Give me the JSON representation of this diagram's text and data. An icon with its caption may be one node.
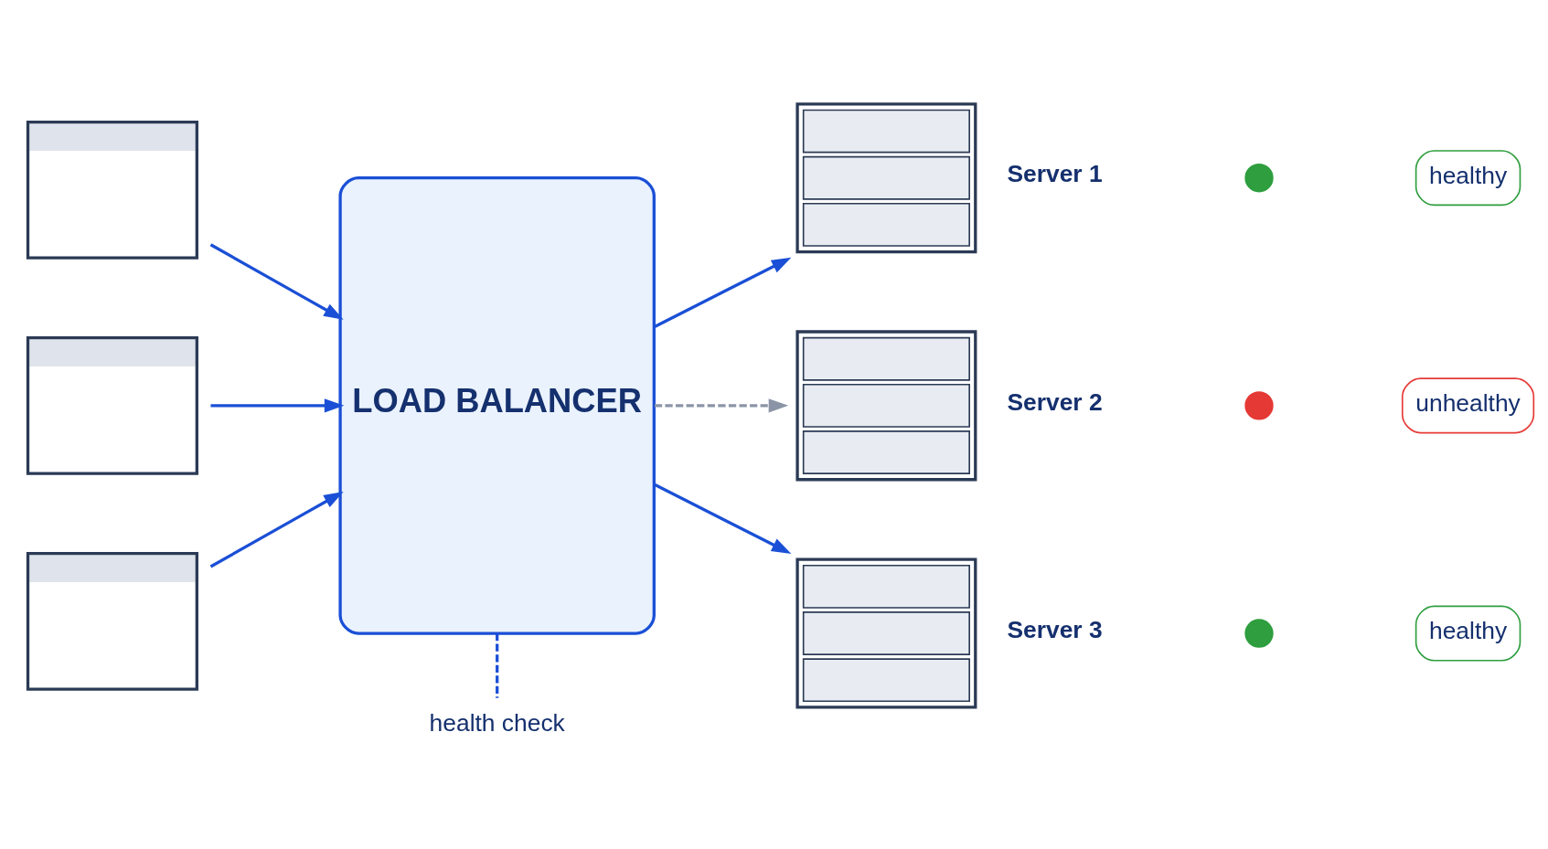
{
  "diagram": {
    "nodes": [
      {
        "text": [],
        "shape": "window"
      },
      {
        "text": [],
        "shape": "window"
      },
      {
        "text": [],
        "shape": "window"
      },
      {
        "text": [
          "LOAD BALANCER"
        ]
      },
      {
        "text": [],
        "shape": "server",
        "beside": [
          "Server 1"
        ]
      },
      {
        "text": [],
        "shape": "circle"
      },
      {
        "text": [
          "healthy"
        ]
      },
      {
        "text": [],
        "shape": "server",
        "beside": [
          "Server 2"
        ]
      },
      {
        "text": [],
        "shape": "circle"
      },
      {
        "text": [
          "unhealthy"
        ]
      },
      {
        "text": [],
        "shape": "server",
        "beside": [
          "Server 3"
        ]
      },
      {
        "text": [],
        "shape": "circle"
      },
      {
        "text": [
          "healthy"
        ]
      },
      {
        "text": [
          "health check"
        ]
      }
    ],
    "edges": [
      {
        "from": 0,
        "to": 3,
        "arrow": "to"
      },
      {
        "from": 1,
        "to": 3,
        "arrow": "to"
      },
      {
        "from": 2,
        "to": 3,
        "arrow": "to"
      },
      {
        "from": 3,
        "to": 4,
        "arrow": "to"
      },
      {
        "from": 3,
        "to": 7,
        "arrow": "to",
        "style": "dashed",
        "color": "#8a94a6"
      },
      {
        "from": 3,
        "to": 10,
        "arrow": "to"
      },
      {
        "from": 3,
        "to": 13,
        "arrow": "none",
        "style": "dashed"
      }
    ]
  }
}
